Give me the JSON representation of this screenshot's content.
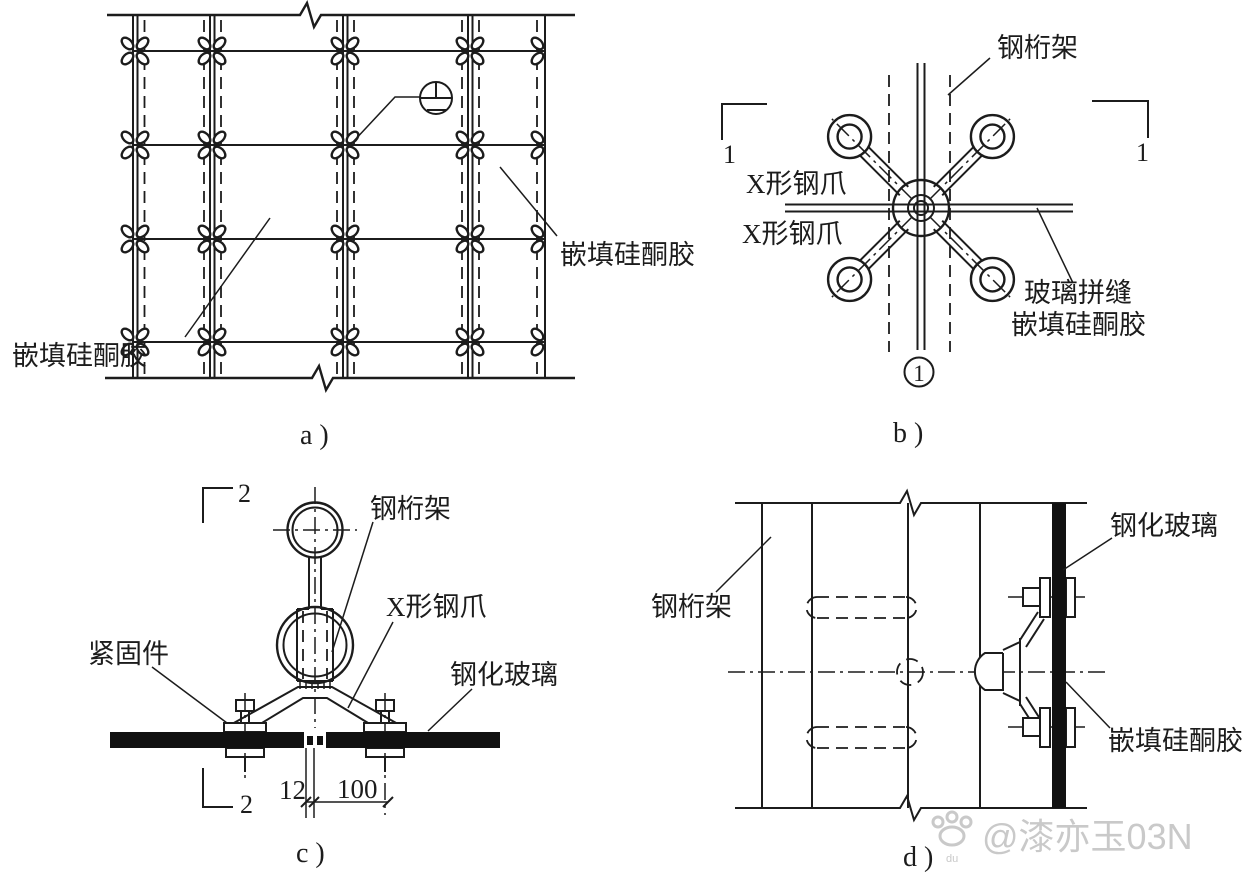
{
  "meta": {
    "drawing_type": "point-supported glass curtain wall spider fitting details",
    "ink_color": "#1c1c1c",
    "background_color": "#ffffff",
    "watermark_color": "#c9c9c9"
  },
  "panel_a": {
    "caption": "a )",
    "sealant_label_left": "嵌填硅酮胶",
    "sealant_label_right": "嵌填硅酮胶"
  },
  "panel_b": {
    "caption": "b )",
    "truss_label": "钢桁架",
    "claw_label_upper": "X形钢爪",
    "claw_label_lower": "X形钢爪",
    "glass_joint_label_line1": "玻璃拼缝",
    "glass_joint_label_line2": "嵌填硅酮胶",
    "section_mark_left": "1",
    "section_mark_right": "1",
    "detail_number": "1"
  },
  "panel_c": {
    "caption": "c )",
    "truss_label": "钢桁架",
    "claw_label": "X形钢爪",
    "fastener_label": "紧固件",
    "glass_label": "钢化玻璃",
    "dim_joint_width": "12",
    "dim_bolt_offset": "100",
    "section_mark_top": "2",
    "section_mark_bottom": "2"
  },
  "panel_d": {
    "caption": "d )",
    "truss_label": "钢桁架",
    "glass_label": "钢化玻璃",
    "sealant_label": "嵌填硅酮胶",
    "watermark_text": "@漆亦玉03N",
    "watermark_badge": "du"
  }
}
